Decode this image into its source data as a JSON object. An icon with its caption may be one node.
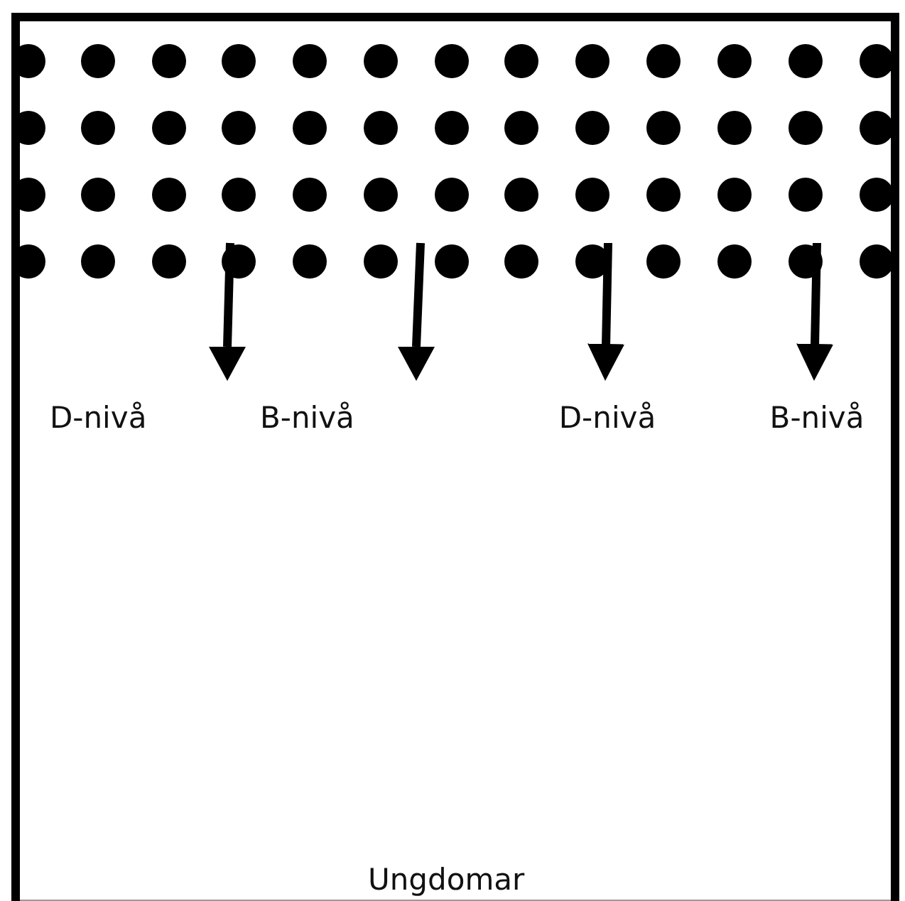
{
  "diagram": {
    "nodes": [
      {
        "text": [
          "Ungdomar"
        ]
      },
      {
        "text": [
          "D-nivå"
        ],
        "in": 0
      },
      {
        "text": [
          "B-nivå"
        ],
        "in": 0
      }
    ],
    "edges": [
      {
        "from": null,
        "to": 1,
        "arrow": "to"
      },
      {
        "from": null,
        "to": 2,
        "arrow": "to"
      }
    ],
    "labels": [
      "D-nivå",
      "B-nivå"
    ]
  }
}
